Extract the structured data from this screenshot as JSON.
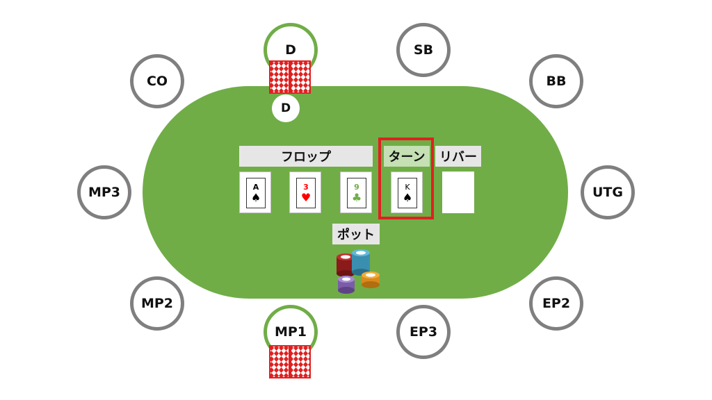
{
  "seats": [
    {
      "label": "D",
      "active": true
    },
    {
      "label": "SB",
      "active": false
    },
    {
      "label": "BB",
      "active": false
    },
    {
      "label": "UTG",
      "active": false
    },
    {
      "label": "EP2",
      "active": false
    },
    {
      "label": "EP3",
      "active": false
    },
    {
      "label": "MP1",
      "active": true
    },
    {
      "label": "MP2",
      "active": false
    },
    {
      "label": "MP3",
      "active": false
    },
    {
      "label": "CO",
      "active": false
    }
  ],
  "dealer_button": "D",
  "streets": {
    "flop": "フロップ",
    "turn": "ターン",
    "river": "リバー",
    "highlighted": "turn"
  },
  "board": [
    {
      "rank": "A",
      "suit": "♠",
      "color": "#000000"
    },
    {
      "rank": "3",
      "suit": "♥",
      "color": "#ff0000"
    },
    {
      "rank": "9",
      "suit": "♣",
      "color": "#70ad47"
    },
    {
      "rank": "K",
      "suit": "♠",
      "color": "#000000"
    },
    {
      "rank": "",
      "suit": "",
      "color": "#000000"
    }
  ],
  "pot_label": "ポット",
  "colors": {
    "felt": "#70ad47",
    "seat_border": "#7f7f7f",
    "active_border": "#70ad47",
    "label_bg": "#e7e6e6",
    "highlight_bg": "#c5e0b4",
    "highlight_border": "#e02020",
    "card_back": "#e02020"
  }
}
